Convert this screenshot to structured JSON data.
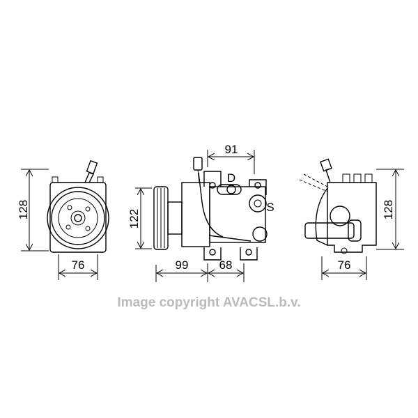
{
  "drawing": {
    "front_view": {
      "height_label": "128",
      "width_label": "76"
    },
    "side_view": {
      "height_label": "122",
      "length_pulley_label": "99",
      "length_body_label": "68",
      "port_spacing_label": "91",
      "discharge_label": "D",
      "suction_label": "S"
    },
    "rear_view": {
      "height_label": "128",
      "width_label": "76"
    },
    "watermark": "Image copyright AVACSL.b.v."
  }
}
